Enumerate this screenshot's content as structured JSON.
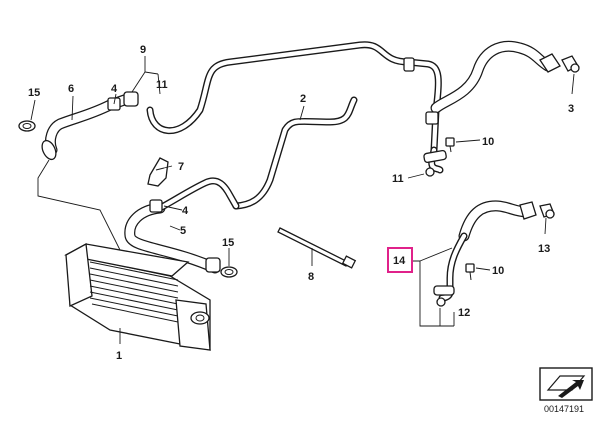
{
  "callouts": [
    {
      "id": "c1",
      "text": "1"
    },
    {
      "id": "c2",
      "text": "2"
    },
    {
      "id": "c3",
      "text": "3"
    },
    {
      "id": "c4a",
      "text": "4"
    },
    {
      "id": "c4b",
      "text": "4"
    },
    {
      "id": "c5",
      "text": "5"
    },
    {
      "id": "c6",
      "text": "6"
    },
    {
      "id": "c7",
      "text": "7"
    },
    {
      "id": "c8",
      "text": "8"
    },
    {
      "id": "c9",
      "text": "9"
    },
    {
      "id": "c10a",
      "text": "10"
    },
    {
      "id": "c10b",
      "text": "10"
    },
    {
      "id": "c11a",
      "text": "11"
    },
    {
      "id": "c11b",
      "text": "11"
    },
    {
      "id": "c12",
      "text": "12"
    },
    {
      "id": "c13",
      "text": "13"
    },
    {
      "id": "c14",
      "text": "14"
    },
    {
      "id": "c15a",
      "text": "15"
    },
    {
      "id": "c15b",
      "text": "15"
    }
  ],
  "highlight": {
    "callout": "14",
    "color": "#e0218a"
  },
  "diagram_code": "00147191",
  "icons": [
    "exploded-view-arrow-icon"
  ]
}
